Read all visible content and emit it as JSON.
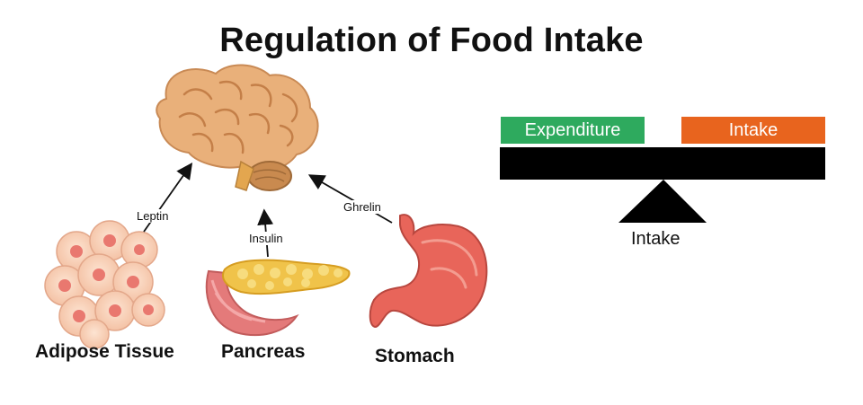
{
  "title": "Regulation of Food Intake",
  "organs": {
    "adipose": "Adipose Tissue",
    "pancreas": "Pancreas",
    "stomach": "Stomach"
  },
  "hormones": {
    "leptin": "Leptin",
    "insulin": "Insulin",
    "ghrelin": "Ghrelin"
  },
  "balance": {
    "left_box": "Expenditure",
    "right_box": "Intake",
    "fulcrum_label": "Intake",
    "left_color": "#2eaa5e",
    "right_color": "#e8641e"
  },
  "icons": [
    "brain-icon",
    "adipose-cells-icon",
    "pancreas-icon",
    "stomach-icon"
  ]
}
